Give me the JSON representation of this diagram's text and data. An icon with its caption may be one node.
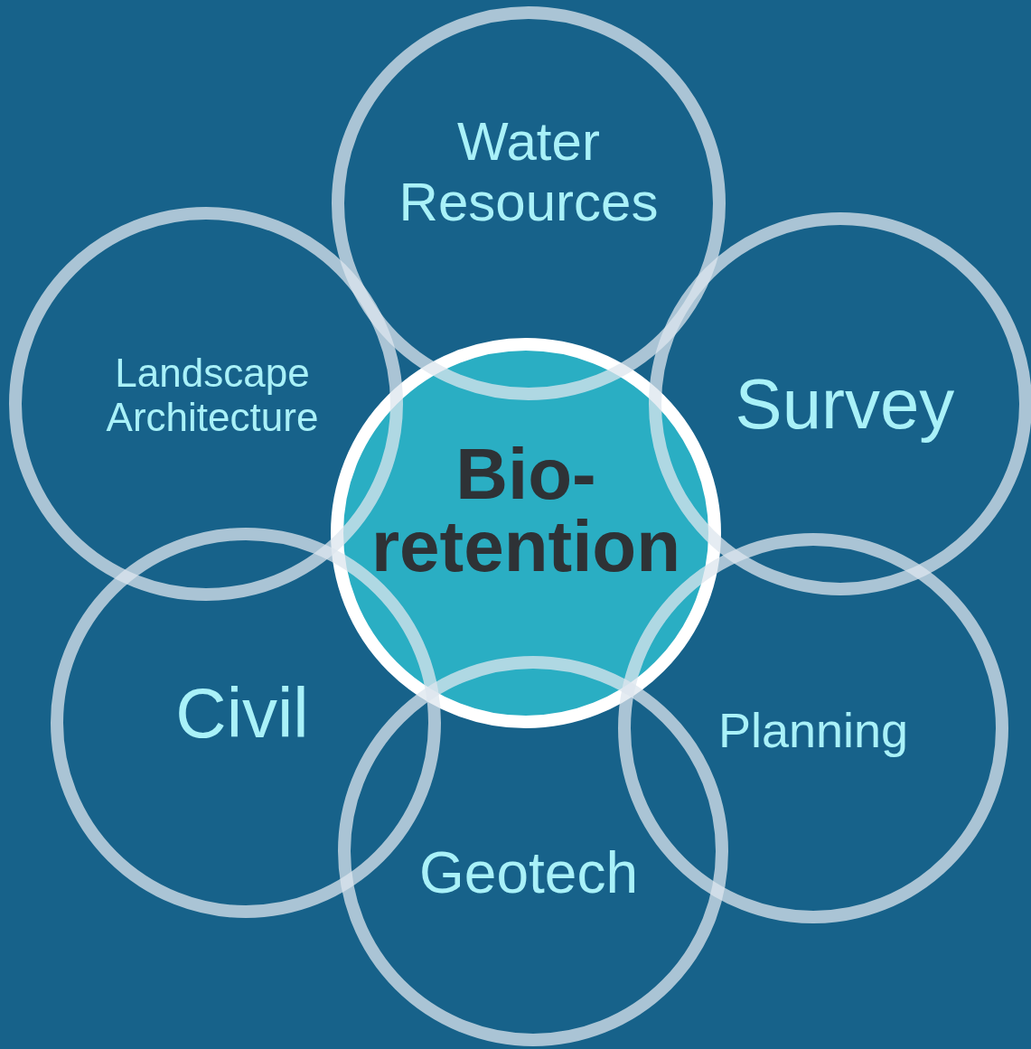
{
  "diagram": {
    "nodes": [
      {
        "text": [
          "Water Resources"
        ]
      },
      {
        "text": [
          "Landscape Architecture"
        ]
      },
      {
        "text": [
          "Survey"
        ]
      },
      {
        "text": [
          "Bio- retention"
        ]
      },
      {
        "text": [
          "Civil"
        ]
      },
      {
        "text": [
          "Planning"
        ]
      },
      {
        "text": [
          "Geotech"
        ]
      }
    ]
  }
}
